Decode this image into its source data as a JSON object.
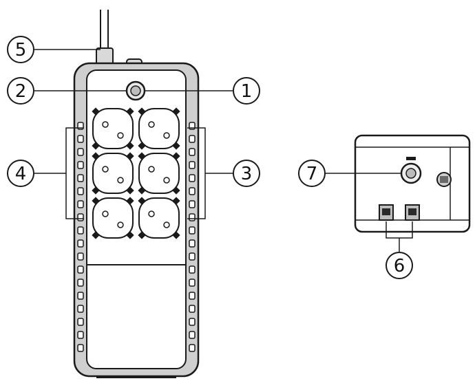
{
  "callouts": [
    {
      "id": "1",
      "label": "1"
    },
    {
      "id": "2",
      "label": "2"
    },
    {
      "id": "3",
      "label": "3"
    },
    {
      "id": "4",
      "label": "4"
    },
    {
      "id": "5",
      "label": "5"
    },
    {
      "id": "6",
      "label": "6"
    },
    {
      "id": "7",
      "label": "7"
    }
  ],
  "front_view": {
    "outlet_count": 6,
    "vent_slots_per_side": 18
  },
  "side_view": {
    "data_port_count": 2
  },
  "colors": {
    "line": "#1a1a1a",
    "fill": "#ffffff",
    "shade": "#cfcfcf"
  }
}
